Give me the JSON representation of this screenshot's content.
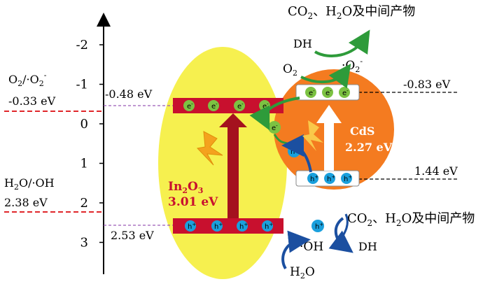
{
  "axis": {
    "ticks": [
      {
        "value": -2,
        "label": "-2"
      },
      {
        "value": -1,
        "label": "-1"
      },
      {
        "value": 0,
        "label": "0"
      },
      {
        "value": 1,
        "label": "1"
      },
      {
        "value": 2,
        "label": "2"
      },
      {
        "value": 3,
        "label": "3"
      }
    ]
  },
  "left_refs": {
    "o2_label_main": "O",
    "o2_label_sub1": "2",
    "o2_label_mid": "/·O",
    "o2_label_sub2": "2",
    "o2_label_sup": "-",
    "o2_value": "-0.33 eV",
    "h2o_label": "H",
    "h2o_label_sub": "2",
    "h2o_label_rest": "O/·OH",
    "h2o_value": "2.38 eV"
  },
  "in2o3": {
    "cb_value": "-0.48 eV",
    "vb_value": "2.53 eV",
    "name_main": "In",
    "name_sub1": "2",
    "name_mid": "O",
    "name_sub2": "3",
    "gap": "3.01 eV",
    "electron": "e",
    "electron_sup": "-",
    "hole": "h",
    "hole_sup": "+"
  },
  "cds": {
    "cb_value": "-0.83 eV",
    "vb_value": "1.44 eV",
    "name": "CdS",
    "gap": "2.27 eV"
  },
  "top_reaction": {
    "products_co": "CO",
    "products_sub": "2",
    "products_sep": "、H",
    "products_sub2": "2",
    "products_rest": "O及中间产物",
    "dh": "DH",
    "o2": "O",
    "o2_sub": "2",
    "radical": "·O",
    "radical_sub": "2",
    "radical_sup": "-"
  },
  "bottom_reaction": {
    "products_co": "CO",
    "products_sub": "2",
    "products_sep": "、H",
    "products_sub2": "2",
    "products_rest": "O及中间产物",
    "dh": "DH",
    "oh": "·OH",
    "h2o": "H",
    "h2o_sub": "2",
    "h2o_rest": "O"
  },
  "colors": {
    "yellow_ellipse": "#f6f04f",
    "orange_circle": "#f47b20",
    "band_red": "#c8102e",
    "arrow_red": "#a4121e",
    "electron_green": "#7cc242",
    "hole_blue": "#1aa0dd",
    "green_arrow": "#2e9b3a",
    "blue_arrow": "#1b4fa0",
    "dashed_red": "#e0262a",
    "dashed_purple": "#9b59b6",
    "cds_text": "#ffffff",
    "in2o3_text": "#c8102e"
  }
}
